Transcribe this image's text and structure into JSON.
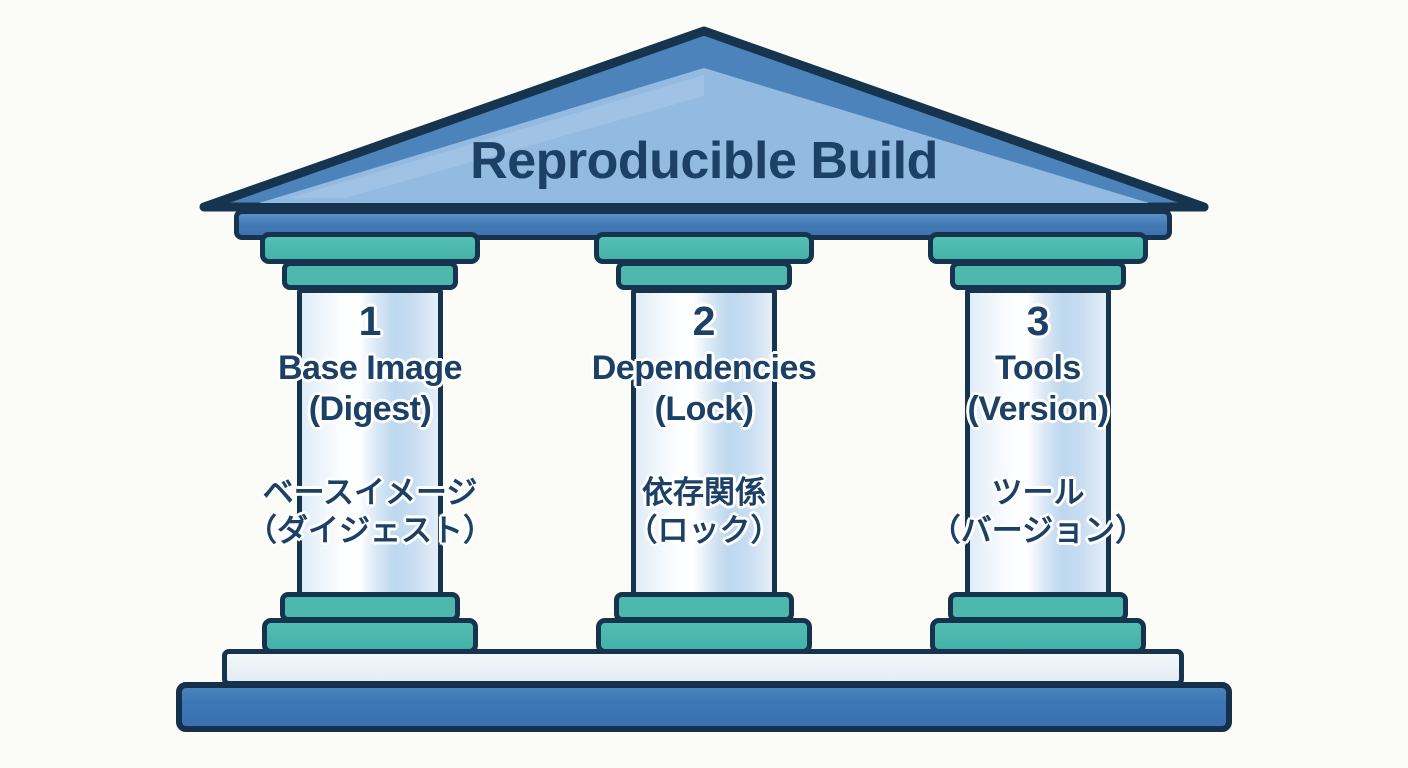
{
  "title": "Reproducible Build",
  "pillars": [
    {
      "number": "1",
      "en_line1": "Base Image",
      "en_line2": "(Digest)",
      "jp_line1": "ベースイメージ",
      "jp_line2": "（ダイジェスト）"
    },
    {
      "number": "2",
      "en_line1": "Dependencies",
      "en_line2": "(Lock)",
      "jp_line1": "依存関係",
      "jp_line2": "（ロック）"
    },
    {
      "number": "3",
      "en_line1": "Tools",
      "en_line2": "(Version)",
      "jp_line1": "ツール",
      "jp_line2": "（バージョン）"
    }
  ],
  "colors": {
    "background": "#fbfbf8",
    "outline_navy": "#17344f",
    "pediment_band_blue": "#4d83bb",
    "pediment_inner_blue": "#93bae0",
    "beam_blue": "#4379b3",
    "platform_blue": "#3c77b5",
    "capital_teal": "#48b6ab",
    "shaft_light_blue": "#dce9f6",
    "stylobate_light": "#e4edf4",
    "text_navy": "#1d4066"
  }
}
